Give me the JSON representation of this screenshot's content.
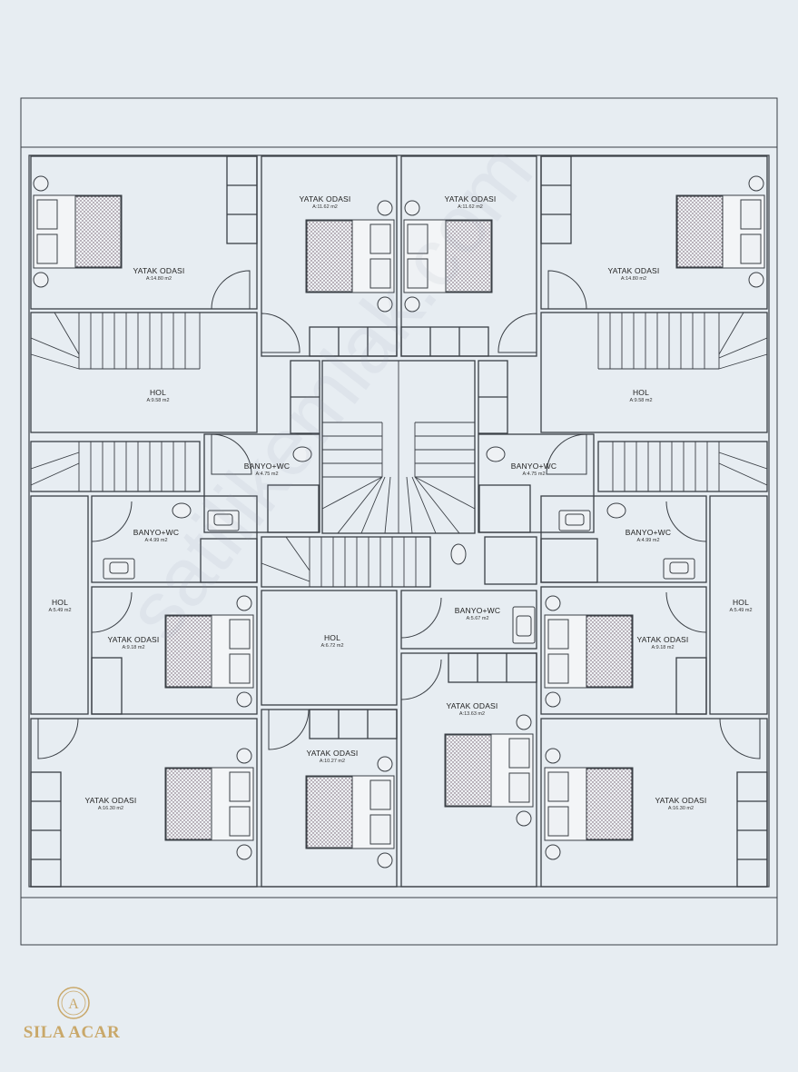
{
  "watermark": "satilikemlak.com",
  "brand": {
    "name": "SILA ACAR",
    "mark": "A",
    "accent": "#c9a86a"
  },
  "colors": {
    "background": "#e7edf2",
    "wall": "#3a3f45",
    "hatch": "#5a4a55"
  },
  "rooms": [
    {
      "id": "r1",
      "name": "YATAK ODASI",
      "area": "A:14.80 m2"
    },
    {
      "id": "r2",
      "name": "YATAK ODASI",
      "area": "A:11.62 m2"
    },
    {
      "id": "r3",
      "name": "YATAK ODASI",
      "area": "A:11.62 m2"
    },
    {
      "id": "r4",
      "name": "YATAK ODASI",
      "area": "A:14.80 m2"
    },
    {
      "id": "r5",
      "name": "HOL",
      "area": "A:9.58 m2"
    },
    {
      "id": "r6",
      "name": "HOL",
      "area": "A:9.58 m2"
    },
    {
      "id": "r7",
      "name": "BANYO+WC",
      "area": "A:4.75 m2"
    },
    {
      "id": "r8",
      "name": "BANYO+WC",
      "area": "A:4.75 m2"
    },
    {
      "id": "r9",
      "name": "BANYO+WC",
      "area": "A:4.99 m2"
    },
    {
      "id": "r10",
      "name": "BANYO+WC",
      "area": "A:4.99 m2"
    },
    {
      "id": "r11",
      "name": "HOL",
      "area": "A:5.49 m2"
    },
    {
      "id": "r12",
      "name": "HOL",
      "area": "A:5.49 m2"
    },
    {
      "id": "r13",
      "name": "BANYO+WC",
      "area": "A:5.67 m2"
    },
    {
      "id": "r14",
      "name": "YATAK ODASI",
      "area": "A:9.18 m2"
    },
    {
      "id": "r15",
      "name": "HOL",
      "area": "A:6.72 m2"
    },
    {
      "id": "r16",
      "name": "YATAK ODASI",
      "area": "A:9.18 m2"
    },
    {
      "id": "r17",
      "name": "YATAK ODASI",
      "area": "A:13.63 m2"
    },
    {
      "id": "r18",
      "name": "YATAK ODASI",
      "area": "A:10.27 m2"
    },
    {
      "id": "r19",
      "name": "YATAK ODASI",
      "area": "A:16.30 m2"
    },
    {
      "id": "r20",
      "name": "YATAK ODASI",
      "area": "A:16.30 m2"
    }
  ]
}
